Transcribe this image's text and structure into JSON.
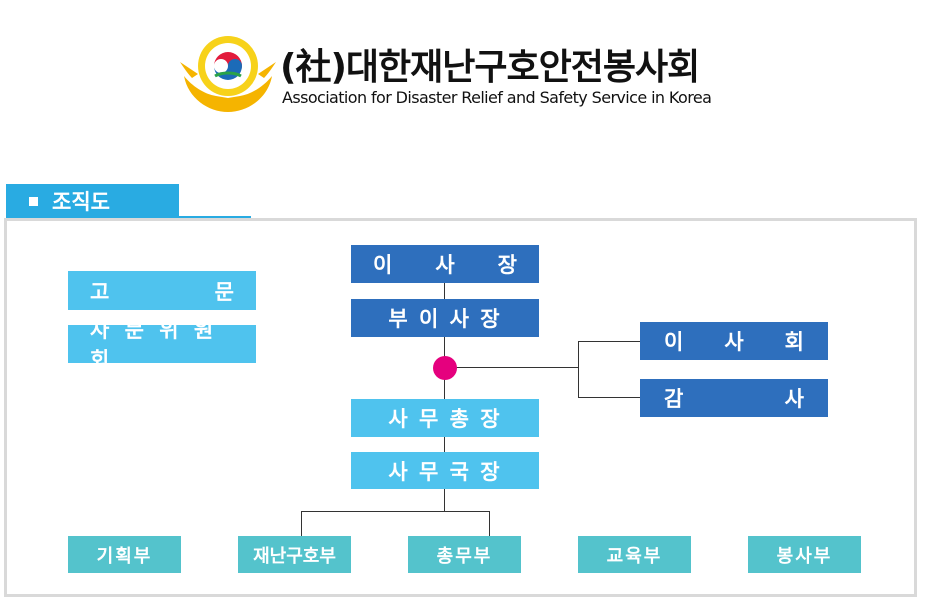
{
  "header": {
    "org_name_ko": "(社)대한재난구호안전봉사회",
    "org_name_en": "Association for Disaster Relief and Safety Service in Korea"
  },
  "section": {
    "title": "조직도"
  },
  "chart": {
    "chairman": "이 사 장",
    "vice_chairman": "부 이 사 장",
    "board": "이 사 회",
    "auditor": "감 사",
    "secretary_general": "사 무 총 장",
    "executive_director": "사 무 국 장",
    "advisor": "고 문",
    "advisory_committee": "자 문 위 원 회",
    "departments": [
      "기획부",
      "재난구호부",
      "총무부",
      "교육부",
      "봉사부"
    ]
  },
  "colors": {
    "primary_box": "#2e6fbd",
    "light_box": "#4fc3ee",
    "department_box": "#54c3cc",
    "junction_dot": "#e5007e",
    "tab": "#29abe2"
  }
}
